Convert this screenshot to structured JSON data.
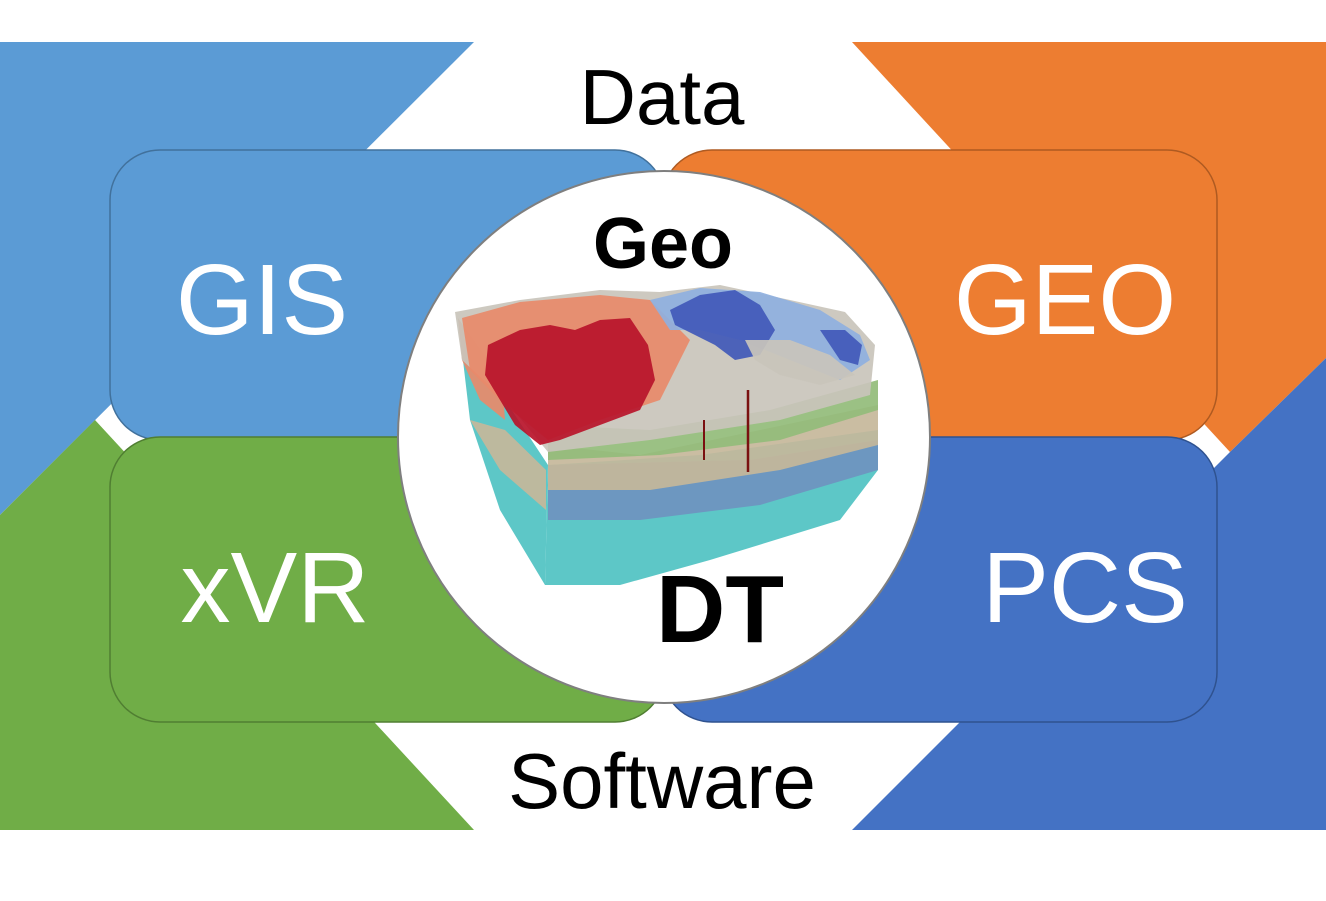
{
  "diagram": {
    "top_label": "Data",
    "bottom_label": "Software",
    "center_top": "Geo",
    "center_bottom": "DT",
    "quadrants": {
      "top_left": {
        "label": "GIS",
        "color": "#5b9bd5"
      },
      "top_right": {
        "label": "GEO",
        "color": "#ed7d31"
      },
      "bottom_left": {
        "label": "xVR",
        "color": "#70ad47"
      },
      "bottom_right": {
        "label": "PCS",
        "color": "#4472c4"
      }
    },
    "model_colors": {
      "red": "#b8142a",
      "salmon": "#e88a6a",
      "grey": "#c9c4bb",
      "lightblue": "#8fb0e0",
      "blue": "#4159b8",
      "green": "#93bc7a",
      "tan": "#c6b79a",
      "steel": "#6f93bf",
      "teal": "#4fc2c2"
    }
  }
}
